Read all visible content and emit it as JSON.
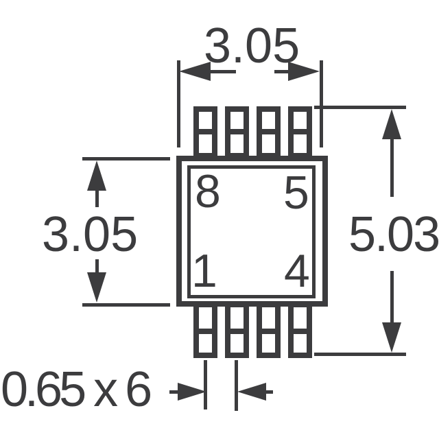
{
  "colors": {
    "line": "#3c3c3e",
    "background": "#ffffff"
  },
  "dimensions": {
    "body_width": "3.05",
    "body_height": "3.05",
    "overall_height": "5.03",
    "lead_pitch": "0.65 x 6"
  },
  "package": {
    "leads_per_side": 4,
    "pin_numbers": {
      "top_left": "8",
      "top_right": "5",
      "bottom_left": "1",
      "bottom_right": "4"
    }
  }
}
